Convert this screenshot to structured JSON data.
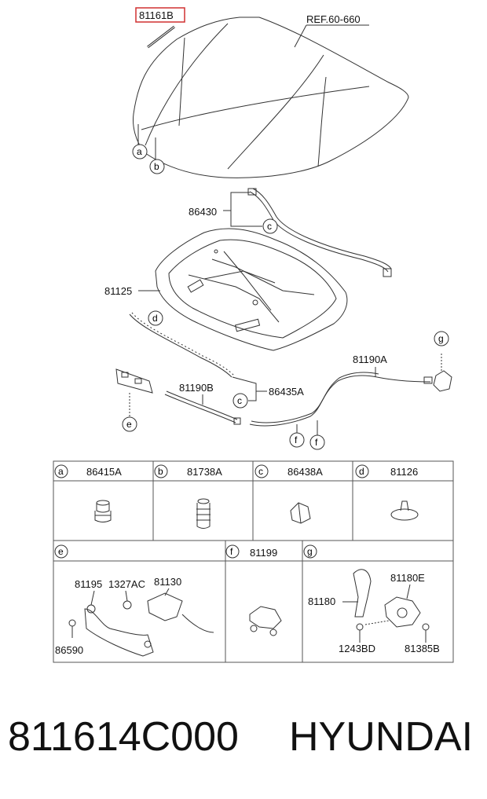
{
  "callouts": {
    "highlighted_part": "81161B",
    "ref": "REF.60-660",
    "hood_liner_seal": "86430",
    "insulator": "81125",
    "cable_a": "81190A",
    "cable_b": "81190B",
    "clip_group": "86435A"
  },
  "markers": {
    "a": "a",
    "b": "b",
    "c": "c",
    "d": "d",
    "e": "e",
    "f": "f",
    "g": "g"
  },
  "table_row1": [
    {
      "key": "a",
      "part": "86415A"
    },
    {
      "key": "b",
      "part": "81738A"
    },
    {
      "key": "c",
      "part": "86438A"
    },
    {
      "key": "d",
      "part": "81126"
    }
  ],
  "table_row2": {
    "e": {
      "key": "e",
      "labels": [
        "81195",
        "1327AC",
        "81130",
        "86590"
      ]
    },
    "f": {
      "key": "f",
      "part": "81199"
    },
    "g": {
      "key": "g",
      "labels": [
        "81180E",
        "81180",
        "1243BD",
        "81385B"
      ]
    }
  },
  "footer": {
    "part_number": "811614C000",
    "brand": "HYUNDAI"
  },
  "colors": {
    "highlight": "#d03030",
    "line": "#333333",
    "grid": "#555555"
  }
}
